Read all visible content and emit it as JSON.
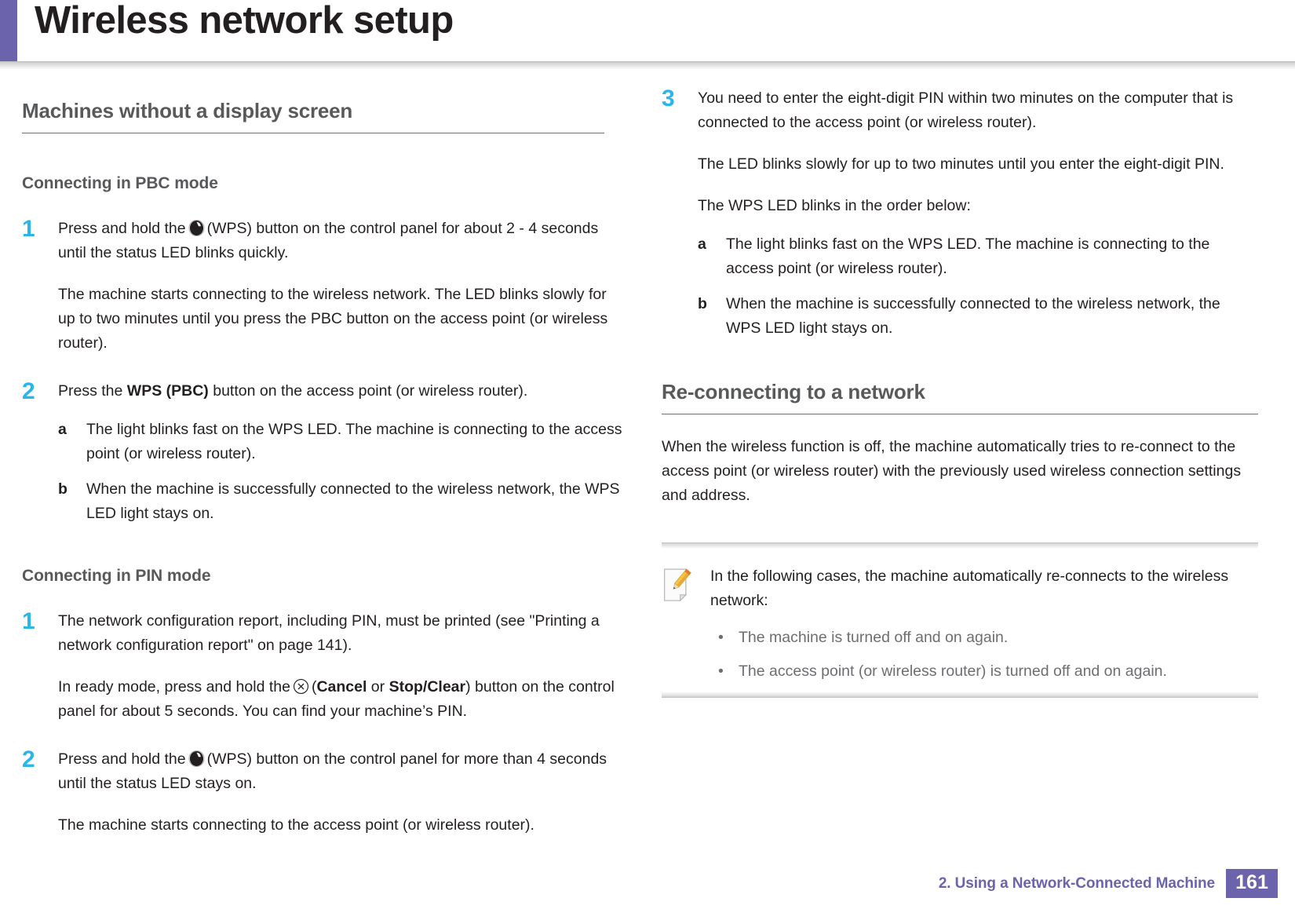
{
  "header": {
    "title": "Wireless network setup",
    "accent_color": "#6b63ac"
  },
  "colors": {
    "accent_purple": "#6b63ac",
    "step_number_cyan": "#29b6e8",
    "heading_gray": "#58595b",
    "body_black": "#231f20",
    "note_gray": "#6d6e71"
  },
  "left_column": {
    "section_heading": "Machines without a display screen",
    "pbc": {
      "heading": "Connecting in PBC mode",
      "steps": [
        {
          "number": "1",
          "paragraph_before_icon": "Press and hold the",
          "icon": "wps-icon",
          "paragraph_after_icon": "(WPS) button on the control panel for about 2 - 4 seconds until the status LED blinks quickly.",
          "follow_up": "The machine starts connecting to the wireless network. The LED blinks slowly for up to two minutes until you press the PBC button on the access point (or wireless router)."
        },
        {
          "number": "2",
          "lead_text_a": "Press the",
          "lead_bold": "WPS (PBC)",
          "lead_text_b": "button on the access point (or wireless router).",
          "sub_items": [
            {
              "marker": "a",
              "text": "The light blinks fast on the WPS LED. The machine is connecting to the access point (or wireless router)."
            },
            {
              "marker": "b",
              "text": "When the machine is successfully connected to the wireless network, the WPS LED light stays on."
            }
          ]
        }
      ]
    },
    "pin": {
      "heading": "Connecting in PIN mode",
      "steps": [
        {
          "number": "1",
          "paragraph": "The network configuration report, including PIN, must be printed (see \"Printing a network configuration report\" on page 141).",
          "follow_up_a": "In ready mode, press and hold the",
          "icon": "cancel-icon",
          "follow_up_open_paren": "(",
          "follow_up_bold_1": "Cancel",
          "follow_up_or": " or ",
          "follow_up_bold_2": "Stop/Clear",
          "follow_up_b": ") button on the control panel for about 5 seconds. You can find your machine’s PIN."
        },
        {
          "number": "2",
          "paragraph_before_icon": "Press and hold the",
          "icon": "wps-icon",
          "paragraph_after_icon": "(WPS) button on the control panel for more than 4 seconds until the status LED stays on.",
          "follow_up": "The machine starts connecting to the access point (or wireless router)."
        }
      ]
    }
  },
  "right_column": {
    "step3": {
      "number": "3",
      "paragraph": "You need to enter the eight-digit PIN within two minutes on the computer that is connected to the access point (or wireless router).",
      "follow_up_1": "The LED blinks slowly for up to two minutes until you enter the eight-digit PIN.",
      "follow_up_2": "The WPS LED blinks in the order below:",
      "sub_items": [
        {
          "marker": "a",
          "text": "The light blinks fast on the WPS LED. The machine is connecting to the access point (or wireless router)."
        },
        {
          "marker": "b",
          "text": "When the machine is successfully connected to the wireless network, the WPS LED light stays on."
        }
      ]
    },
    "reconnect": {
      "heading": "Re-connecting to a network",
      "paragraph": "When the wireless function is off, the machine automatically tries to re-connect to the access point (or wireless router) with the previously used wireless connection settings and address."
    },
    "note": {
      "icon": "note-pencil-icon",
      "lead": "In the following cases, the machine automatically re-connects to the wireless network:",
      "bullet_marker": "•",
      "bullets": [
        "The machine is turned off and on again.",
        "The access point (or wireless router) is turned off and on again."
      ]
    }
  },
  "footer": {
    "chapter_label": "2.  Using a Network-Connected Machine",
    "page_number": "161"
  }
}
